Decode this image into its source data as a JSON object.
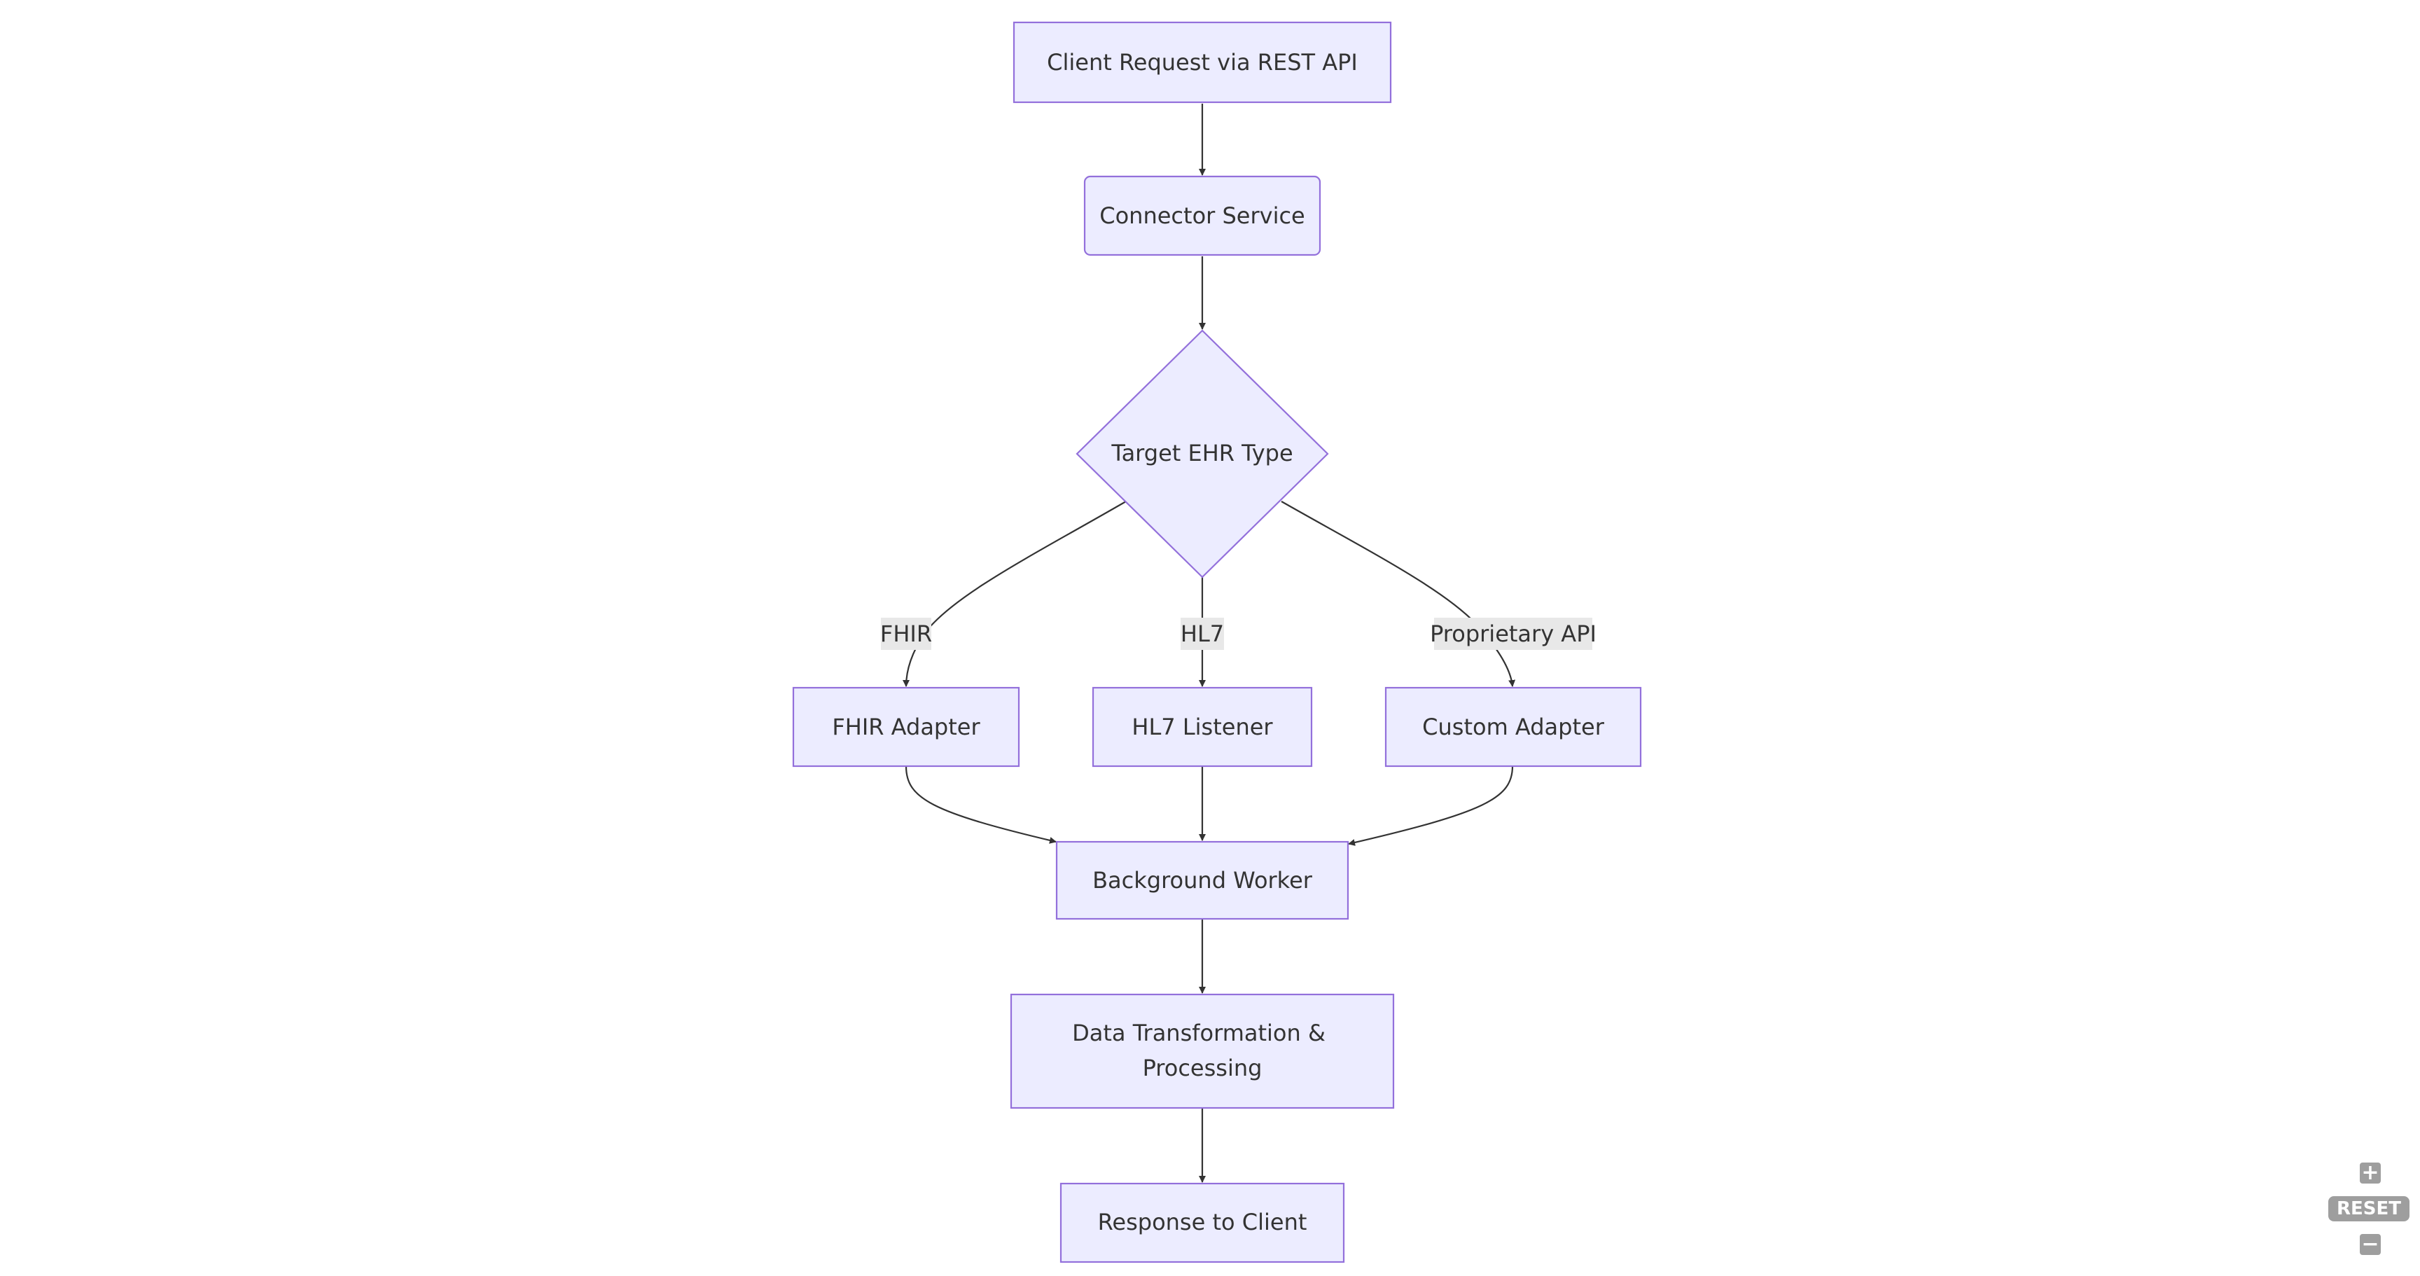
{
  "diagram": {
    "nodes": {
      "client_request": "Client Request via REST API",
      "connector_service": "Connector Service",
      "target_ehr_type": "Target EHR Type",
      "fhir_adapter": "FHIR Adapter",
      "hl7_listener": "HL7 Listener",
      "custom_adapter": "Custom Adapter",
      "background_worker": "Background Worker",
      "data_transformation_line1": "Data Transformation &",
      "data_transformation_line2": "Processing",
      "response_to_client": "Response to Client"
    },
    "edge_labels": {
      "fhir": "FHIR",
      "hl7": "HL7",
      "proprietary_api": "Proprietary API"
    }
  },
  "zoom_controls": {
    "zoom_in_label": "+",
    "reset_label": "RESET",
    "zoom_out_label": "−"
  },
  "colors": {
    "node_fill": "#ECECFF",
    "node_stroke": "#9370DB",
    "edge_stroke": "#333333",
    "edge_label_bg": "#e8e8e8",
    "control_bg": "#9e9e9e"
  }
}
